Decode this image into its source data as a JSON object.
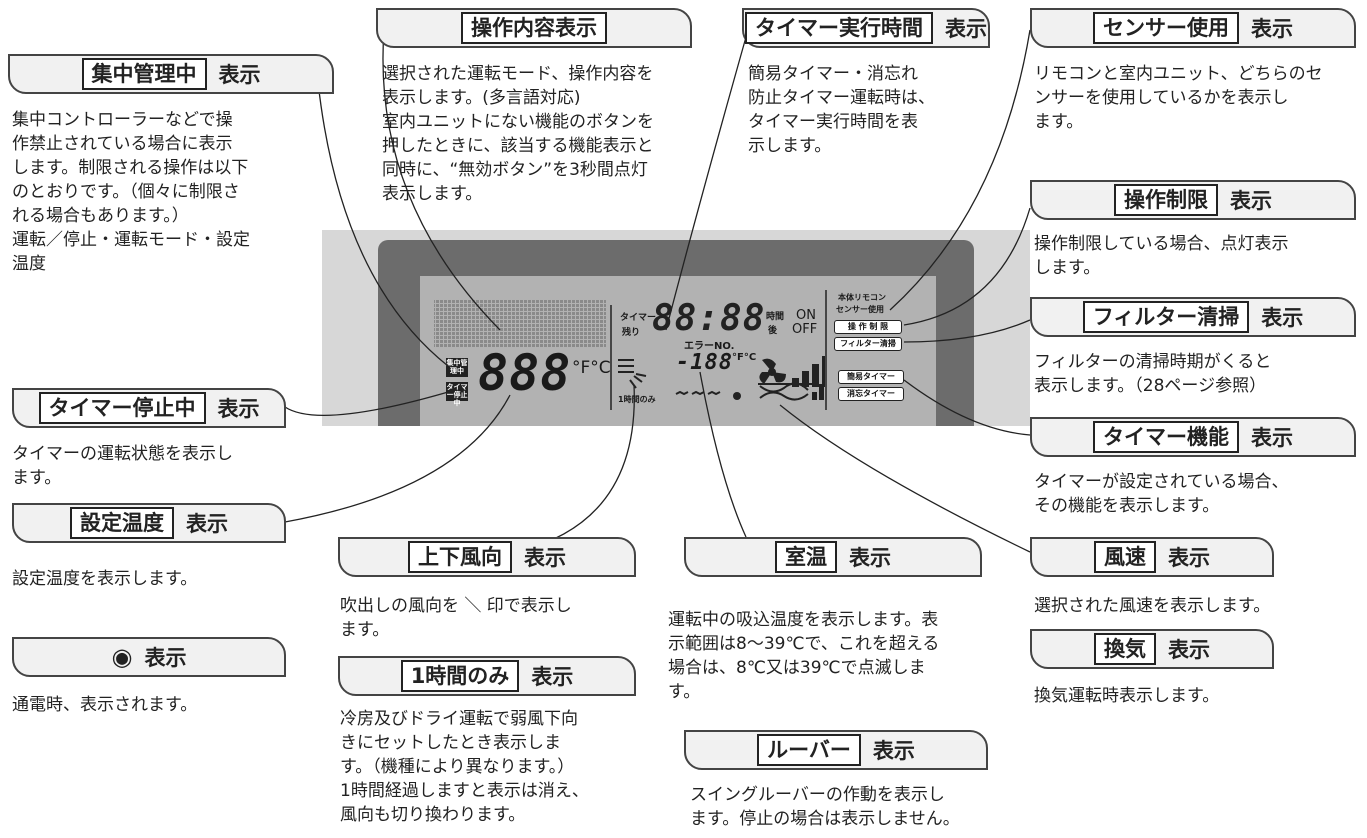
{
  "labels": {
    "shuchu": {
      "boxed": "集中管理中",
      "suffix": "表示"
    },
    "sousa_naiyou": {
      "boxed": "操作内容表示",
      "suffix": ""
    },
    "timer_jikan": {
      "boxed": "タイマー実行時間",
      "suffix": "表示"
    },
    "sensor": {
      "boxed": "センサー使用",
      "suffix": "表示"
    },
    "sousa_seigen": {
      "boxed": "操作制限",
      "suffix": "表示"
    },
    "filter": {
      "boxed": "フィルター清掃",
      "suffix": "表示"
    },
    "timer_teishi": {
      "boxed": "タイマー停止中",
      "suffix": "表示"
    },
    "timer_kinou": {
      "boxed": "タイマー機能",
      "suffix": "表示"
    },
    "settei_ondo": {
      "boxed": "設定温度",
      "suffix": "表示"
    },
    "jouge_fuukou": {
      "boxed": "上下風向",
      "suffix": "表示"
    },
    "shitsuon": {
      "boxed": "室温",
      "suffix": "表示"
    },
    "fuusoku": {
      "boxed": "風速",
      "suffix": "表示"
    },
    "power": {
      "symbol": "◉",
      "suffix": "表示"
    },
    "ichijikan": {
      "boxed": "1時間のみ",
      "suffix": "表示"
    },
    "kanki": {
      "boxed": "換気",
      "suffix": "表示"
    },
    "louver": {
      "boxed": "ルーバー",
      "suffix": "表示"
    }
  },
  "descriptions": {
    "shuchu": [
      "集中コントローラーなどで操",
      "作禁止されている場合に表示",
      "します。制限される操作は以下",
      "のとおりです。（個々に制限さ",
      "れる場合もあります。）",
      "運転／停止・運転モード・設定",
      "温度"
    ],
    "sousa_naiyou": [
      "選択された運転モード、操作内容を",
      "表示します。(多言語対応)",
      "室内ユニットにない機能のボタンを",
      "押したときに、該当する機能表示と",
      "同時に、“無効ボタン”を3秒間点灯",
      "表示します。"
    ],
    "timer_jikan": [
      "簡易タイマー・消忘れ",
      "防止タイマー運転時は、",
      "タイマー実行時間を表",
      "示します。"
    ],
    "sensor": [
      "リモコンと室内ユニット、どちらのセ",
      "ンサーを使用しているかを表示し",
      "ます。"
    ],
    "sousa_seigen": [
      "操作制限している場合、点灯表示",
      "します。"
    ],
    "filter": [
      "フィルターの清掃時期がくると",
      "表示します。（28ページ参照）"
    ],
    "timer_teishi": [
      "タイマーの運転状態を表示し",
      "ます。"
    ],
    "timer_kinou": [
      "タイマーが設定されている場合、",
      "その機能を表示します。"
    ],
    "settei_ondo": [
      "設定温度を表示します。"
    ],
    "jouge_fuukou": [
      "吹出しの風向を ＼ 印で表示し",
      "ます。"
    ],
    "shitsuon": [
      "運転中の吸込温度を表示します。表",
      "示範囲は8～39℃で、これを超える",
      "場合は、8℃又は39℃で点滅しま",
      "す。"
    ],
    "fuusoku": [
      "選択された風速を表示します。"
    ],
    "power": [
      "通電時、表示されます。"
    ],
    "ichijikan": [
      "冷房及びドライ運転で弱風下向",
      "きにセットしたとき表示しま",
      "す。（機種により異なります。）",
      "1時間経過しますと表示は消え、",
      "風向も切り換わります。"
    ],
    "kanki": [
      "換気運転時表示します。"
    ],
    "louver": [
      "スイングルーバーの作動を表示し",
      "ます。停止の場合は表示しません。"
    ]
  },
  "lcd": {
    "timer_label": "タイマー",
    "remaining": "残り",
    "timer_digits": "88:88",
    "hours": "時間",
    "after": "後",
    "on": "ON",
    "off": "OFF",
    "error_no": "エラーNO.",
    "room_temp": "-188",
    "room_unit": "°F°C",
    "set_temp": "888",
    "set_unit": "°F°C",
    "one_hour": "1時間のみ",
    "shuchu_tag": "集中管理中",
    "timer_stop_tag": "タイマー停止中",
    "sensor_tag_1": "本体リモコン",
    "sensor_tag_2": "センサー使用",
    "sousa_tag": "操 作 制 限",
    "filter_tag": "フィルター清掃",
    "easy_timer_tag": "簡易タイマー",
    "forget_timer_tag": "消忘タイマー"
  }
}
